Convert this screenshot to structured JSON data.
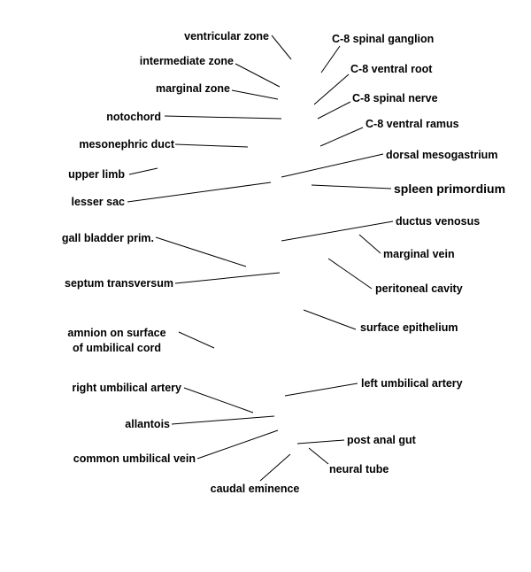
{
  "colors": {
    "text": "#000000",
    "line": "#000000",
    "background": "#ffffff"
  },
  "labels": {
    "ventricular_zone": "ventricular zone",
    "c8_spinal_ganglion": "C-8 spinal ganglion",
    "intermediate_zone": "intermediate zone",
    "c8_ventral_root": "C-8 ventral root",
    "marginal_zone": "marginal zone",
    "c8_spinal_nerve": "C-8 spinal nerve",
    "notochord": "notochord",
    "c8_ventral_ramus": "C-8 ventral ramus",
    "mesonephric_duct": "mesonephric duct",
    "dorsal_mesogastrium": "dorsal  mesogastrium",
    "upper_limb": "upper limb",
    "lesser_sac": "lesser sac",
    "spleen_primordium": "spleen primordium",
    "ductus_venosus": "ductus venosus",
    "gall_bladder_prim": "gall bladder prim.",
    "marginal_vein": "marginal vein",
    "septum_transversum": "septum transversum",
    "peritoneal_cavity": "peritoneal cavity",
    "surface_epithelium": "surface epithelium",
    "amnion_line1": "amnion on surface",
    "amnion_line2": "of umbilical cord",
    "left_umbilical_artery": "left umbilical artery",
    "right_umbilical_artery": "right umbilical artery",
    "allantois": "allantois",
    "post_anal_gut": "post anal gut",
    "common_umbilical_vein": "common umbilical vein",
    "neural_tube": "neural tube",
    "caudal_eminence": "caudal eminence"
  }
}
